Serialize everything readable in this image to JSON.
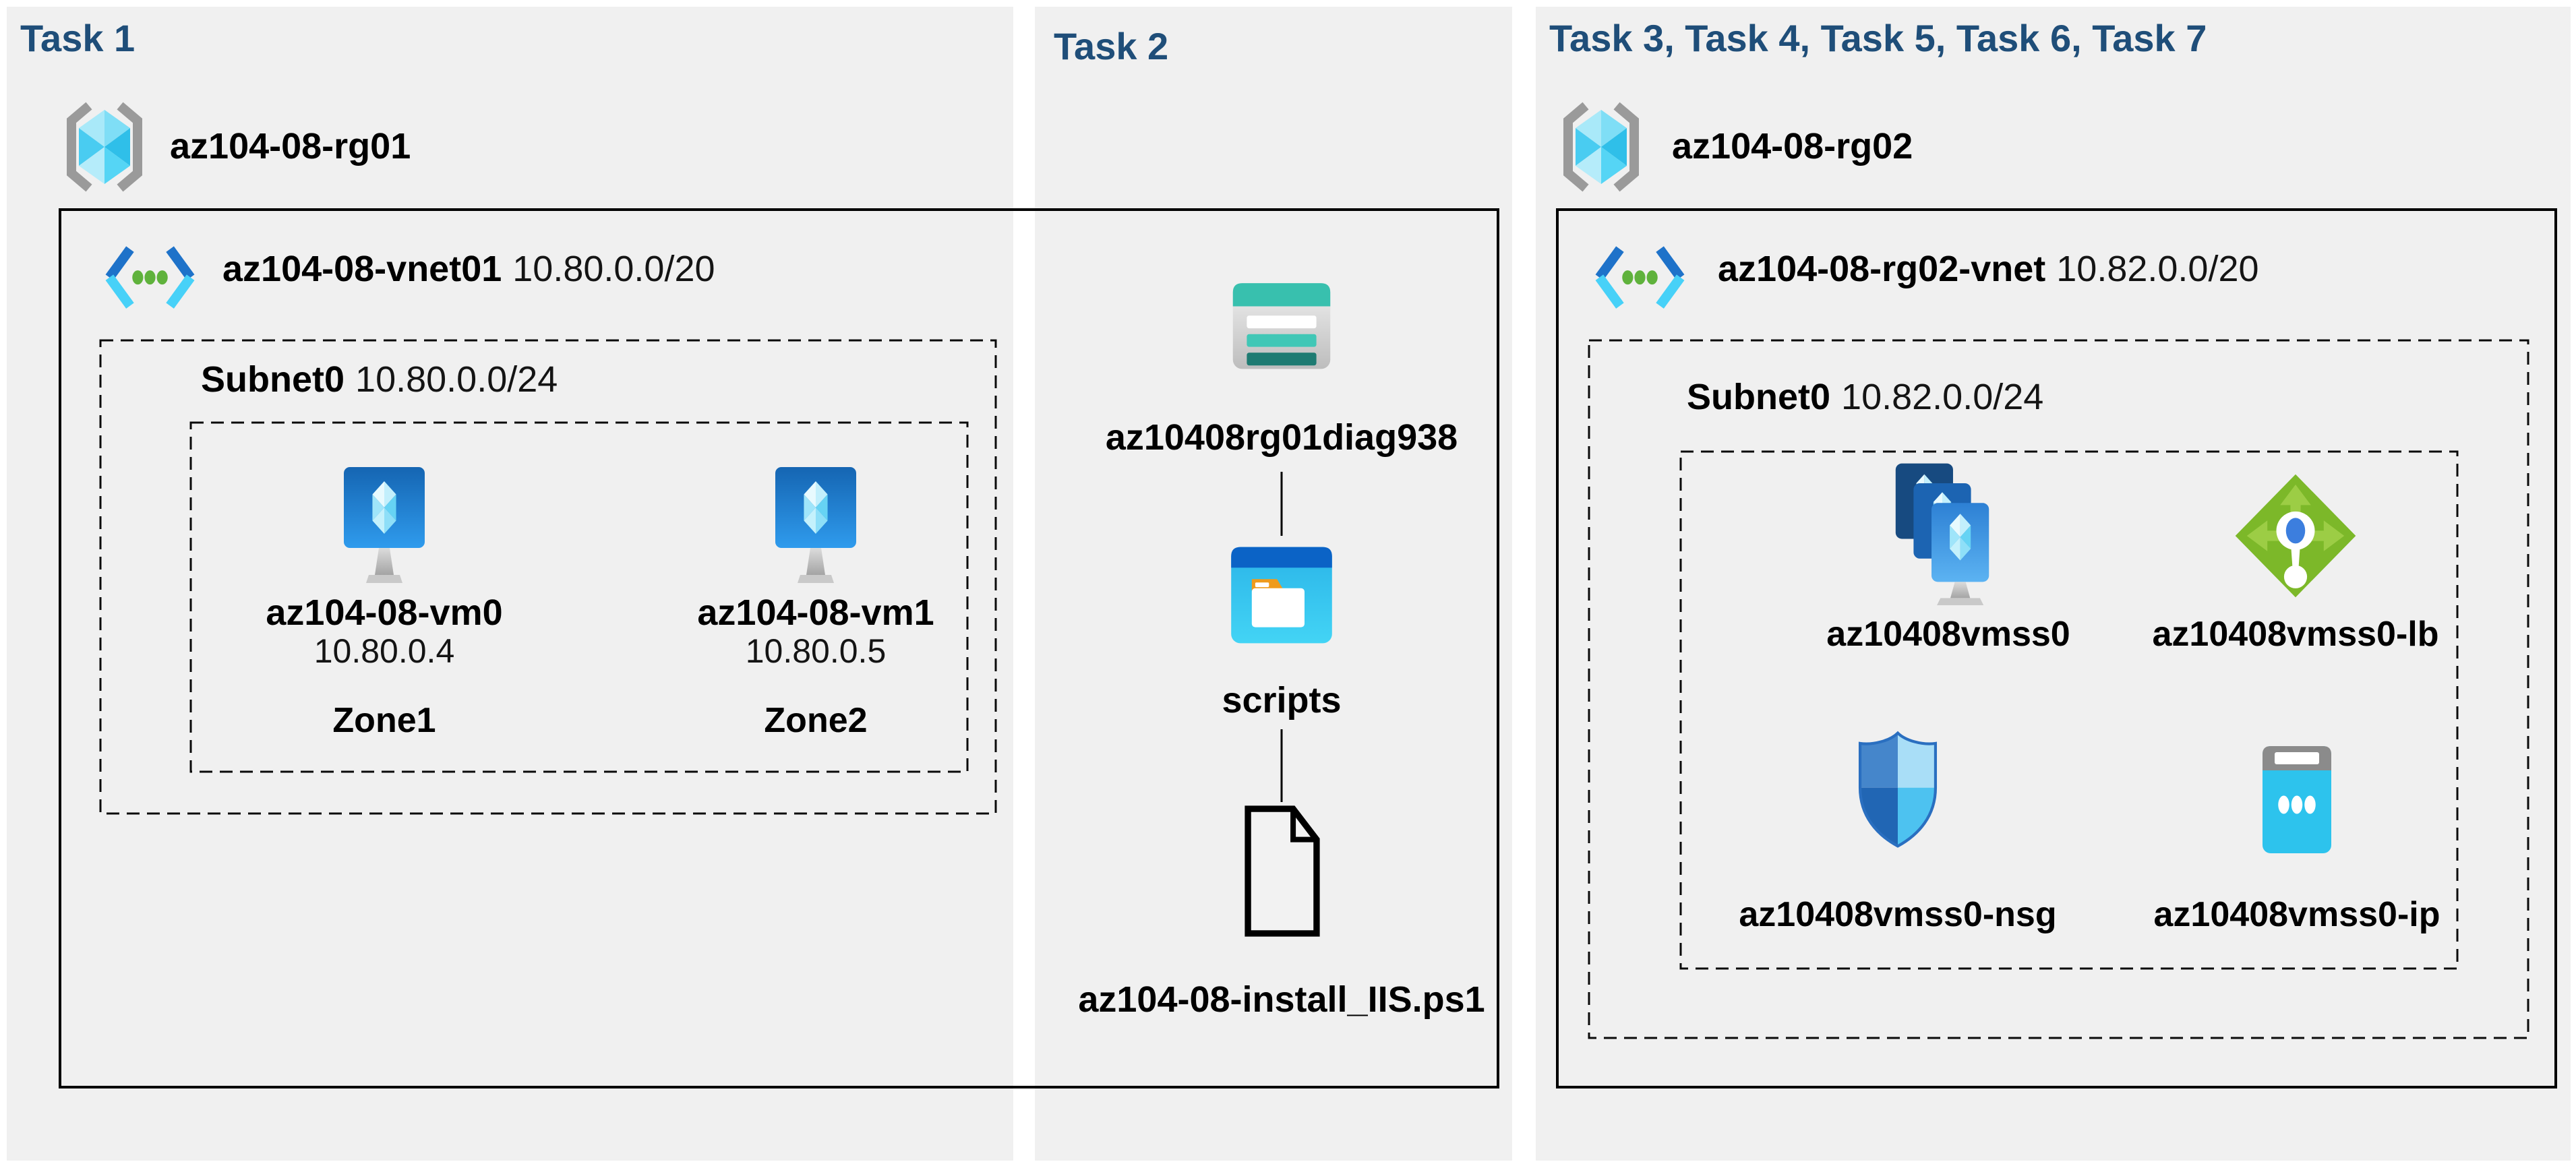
{
  "panels": {
    "task1": {
      "title": "Task 1",
      "resource_group": "az104-08-rg01",
      "vnet_name": "az104-08-vnet01",
      "vnet_cidr": "10.80.0.0/20",
      "subnet_name": "Subnet0",
      "subnet_cidr": "10.80.0.0/24",
      "vms": [
        {
          "name": "az104-08-vm0",
          "ip": "10.80.0.4",
          "zone": "Zone1"
        },
        {
          "name": "az104-08-vm1",
          "ip": "10.80.0.5",
          "zone": "Zone2"
        }
      ]
    },
    "task2": {
      "title": "Task 2",
      "storage_account": "az10408rg01diag938",
      "container": "scripts",
      "script_file": "az104-08-install_IIS.ps1"
    },
    "task3": {
      "title": "Task 3, Task 4, Task 5, Task 6, Task 7",
      "resource_group": "az104-08-rg02",
      "vnet_name": "az104-08-rg02-vnet",
      "vnet_cidr": "10.82.0.0/20",
      "subnet_name": "Subnet0",
      "subnet_cidr": "10.82.0.0/24",
      "vmss": "az10408vmss0",
      "load_balancer": "az10408vmss0-lb",
      "nsg": "az10408vmss0-nsg",
      "public_ip": "az10408vmss0-ip"
    }
  },
  "icons": {
    "resource-group-icon": "cyan cube between gray brackets",
    "virtual-network-icon": "blue/cyan angle chevrons with three green dots",
    "vm-icon": "blue monitor with light-blue crystal on gray stand",
    "storage-account-icon": "teal-banded card with white/teal/dark-teal bars",
    "blob-container-icon": "blue window with white folder and orange tab",
    "script-file-icon": "black outlined document with folded corner",
    "vmss-icon": "three stacked blue vm cards on gray stand",
    "load-balancer-icon": "green diamond with arrows and white probe with blue dot",
    "nsg-icon": "four-tone blue shield",
    "public-ip-icon": "cyan card with gray header slot and three white dots"
  },
  "colors": {
    "task_title": "#1f4e79",
    "panel_bg": "#f0f0f0",
    "outline_black": "#000000",
    "rg_bracket_gray": "#9a9a9a",
    "cube_cyan": "#49ccf1",
    "vnet_blue": "#1e72c9",
    "vnet_cyan": "#47d1f8",
    "vnet_dot_green": "#5fb23c",
    "vm_blue_top": "#1767b5",
    "vm_blue_bottom": "#2f9bed",
    "storage_teal": "#38c0ae",
    "storage_teal_dark": "#1e7b72",
    "container_blue": "#0b63c6",
    "container_cyan": "#30c3f1",
    "folder_orange": "#ef9b1c",
    "lb_green": "#7cb829",
    "lb_arrow_green": "#9ccd45",
    "lb_dot_blue": "#3c7ede",
    "nsg_blue_dark": "#2166b4",
    "nsg_blue_light": "#a9def7",
    "ip_cyan": "#2dc3ed",
    "ip_gray": "#8b8b8b",
    "stand_gray": "#b9b9b9"
  }
}
